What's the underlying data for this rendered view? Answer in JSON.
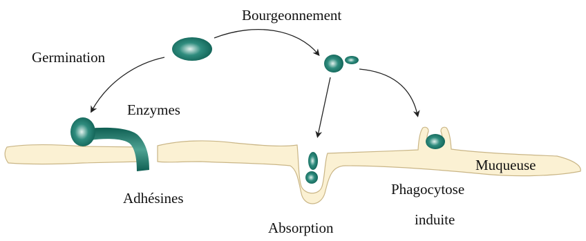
{
  "labels": {
    "bourgeonnement": "Bourgeonnement",
    "germination": "Germination",
    "enzymes": "Enzymes",
    "adhesines": "Adhésines",
    "absorption": "Absorption",
    "phagocytose": "Phagocytose",
    "induite": "induite",
    "muqueuse": "Muqueuse"
  },
  "colors": {
    "cell_dark": "#0f5f53",
    "cell_mid": "#2f8c7e",
    "cell_light": "#e3f2ee",
    "mucosa_fill": "#fbf1d3",
    "mucosa_stroke": "#c9b585",
    "arrow": "#222222"
  }
}
